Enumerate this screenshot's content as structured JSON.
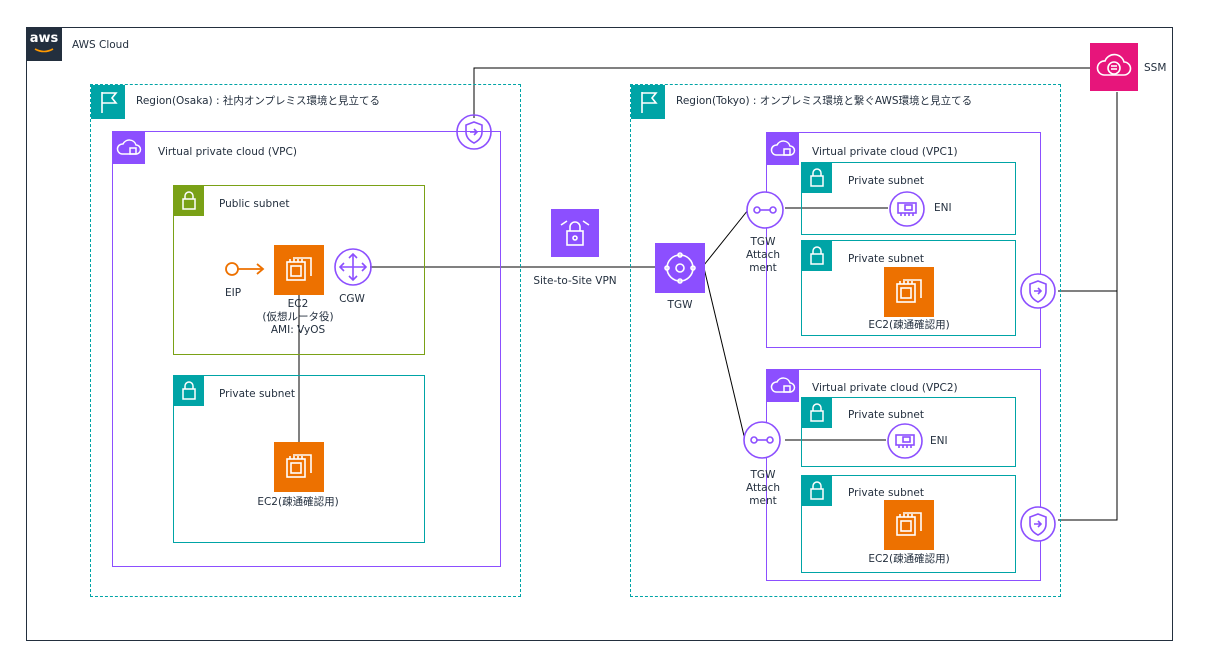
{
  "colors": {
    "cloud_border": "#232f3e",
    "region": "#00a4a6",
    "vpc": "#8c4fff",
    "public_subnet": "#7aa116",
    "private_subnet": "#00a4a6",
    "compute": "#ed7100",
    "network": "#8c4fff",
    "ssm": "#e7157b",
    "line": "#000000"
  },
  "cloud": {
    "logo_text": "aws",
    "title": "AWS Cloud"
  },
  "ssm": {
    "label": "SSM",
    "icon": "ssm-icon"
  },
  "vpn": {
    "label": "Site-to-Site VPN",
    "icon": "vpn-gateway-icon"
  },
  "osaka": {
    "region_title": "Region(Osaka) : 社内オンプレミス環境と見立てる",
    "vpc_title": "Virtual private cloud (VPC)",
    "public_subnet_title": "Public subnet",
    "private_subnet_title": "Private subnet",
    "eip_label": "EIP",
    "router_ec2_label": "EC2\n(仮想ルータ役)\nAMI: VyOS",
    "cgw_label": "CGW",
    "test_ec2_label": "EC2(疎通確認用)"
  },
  "tokyo": {
    "region_title": "Region(Tokyo) : オンプレミス環境と繋ぐAWS環境と見立てる",
    "tgw_label": "TGW",
    "vpc1": {
      "title": "Virtual private cloud (VPC1)",
      "subnet1_title": "Private subnet",
      "eni_label": "ENI",
      "subnet2_title": "Private subnet",
      "ec2_label": "EC2(疎通確認用)",
      "attachment_label": "TGW\nAttach\nment"
    },
    "vpc2": {
      "title": "Virtual private cloud (VPC2)",
      "subnet1_title": "Private subnet",
      "eni_label": "ENI",
      "subnet2_title": "Private subnet",
      "ec2_label": "EC2(疎通確認用)",
      "attachment_label": "TGW\nAttach\nment"
    }
  }
}
